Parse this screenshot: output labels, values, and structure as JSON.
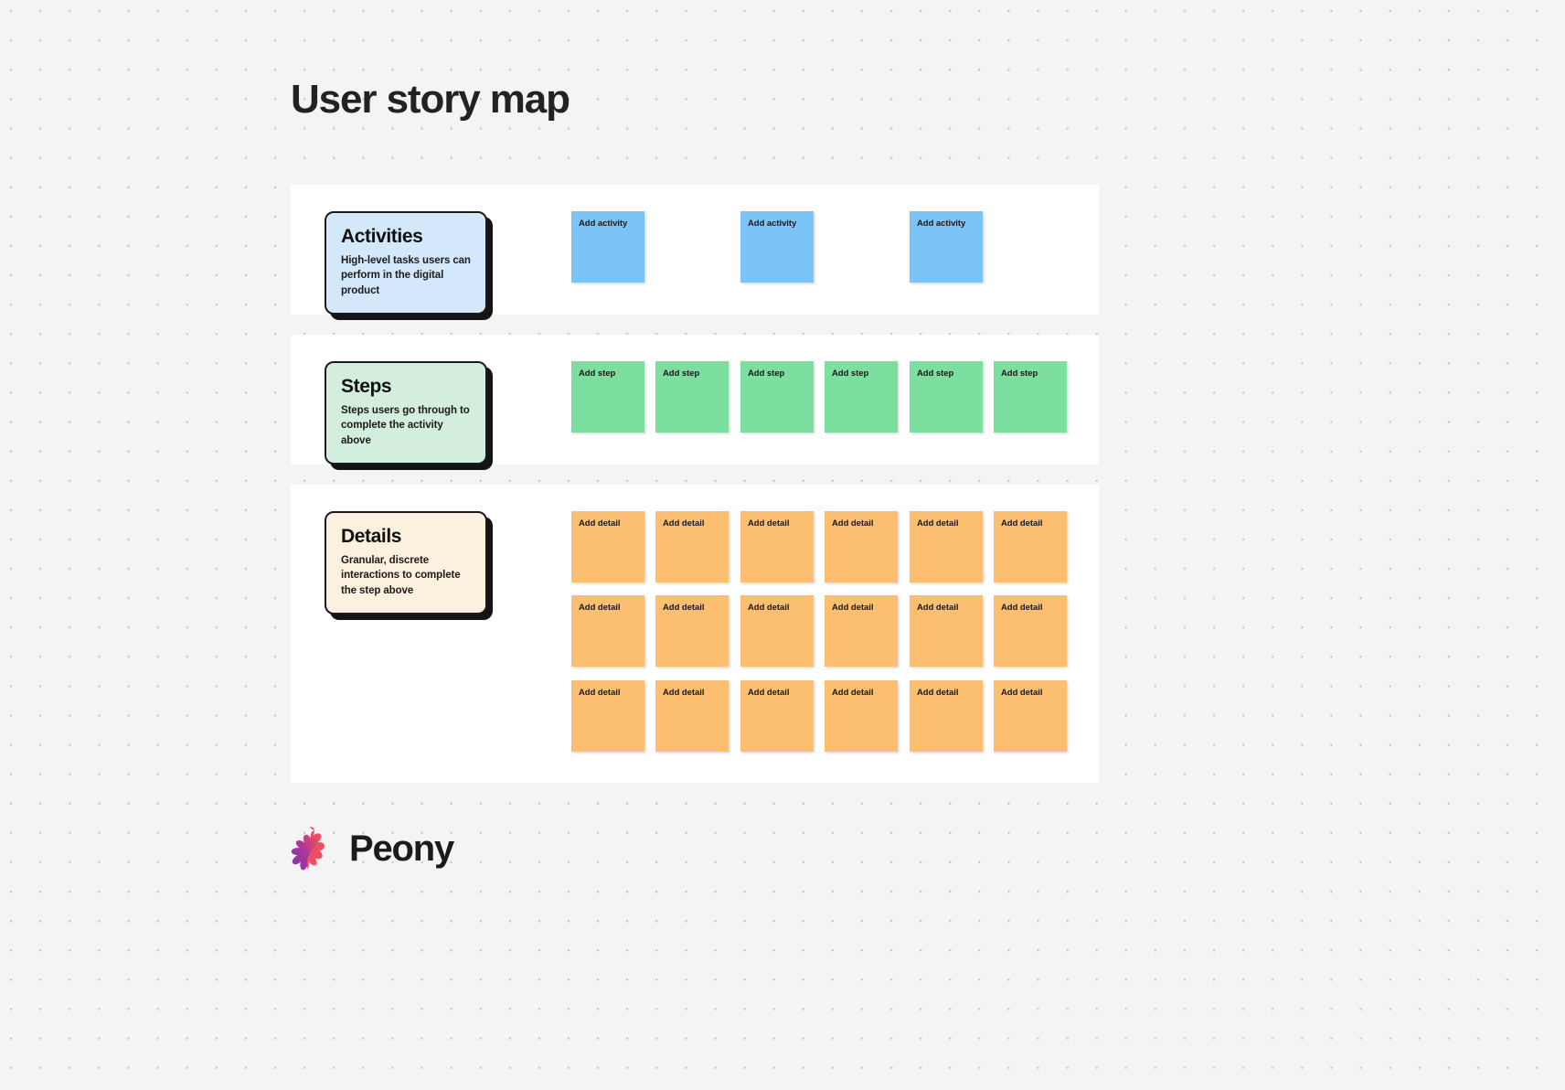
{
  "page": {
    "title": "User story map",
    "background_color": "#f4f4f4",
    "panel_color": "#ffffff"
  },
  "brand": {
    "name": "Peony",
    "logo_icon": "peony-flower-icon",
    "gradient_from": "#8b3fa8",
    "gradient_to": "#ef4f5f"
  },
  "lanes": [
    {
      "id": "activities",
      "label": {
        "title": "Activities",
        "description": "High-level tasks users can perform in the digital product",
        "card_color": "#d3e9fb"
      },
      "sticky_color": "#7cc4f8",
      "sticky_label": "Add activity",
      "rows": [
        [
          "Add activity",
          null,
          "Add activity",
          null,
          "Add activity",
          null
        ]
      ]
    },
    {
      "id": "steps",
      "label": {
        "title": "Steps",
        "description": "Steps users go through to complete the activity above",
        "card_color": "#d4eedd"
      },
      "sticky_color": "#7cdfa0",
      "sticky_label": "Add step",
      "rows": [
        [
          "Add step",
          "Add step",
          "Add step",
          "Add step",
          "Add step",
          "Add step"
        ]
      ]
    },
    {
      "id": "details",
      "label": {
        "title": "Details",
        "description": "Granular, discrete interactions to complete the step above",
        "card_color": "#fcf0df"
      },
      "sticky_color": "#fcbf72",
      "sticky_label": "Add detail",
      "rows": [
        [
          "Add detail",
          "Add detail",
          "Add detail",
          "Add detail",
          "Add detail",
          "Add detail"
        ],
        [
          "Add detail",
          "Add detail",
          "Add detail",
          "Add detail",
          "Add detail",
          "Add detail"
        ],
        [
          "Add detail",
          "Add detail",
          "Add detail",
          "Add detail",
          "Add detail",
          "Add detail"
        ]
      ]
    }
  ]
}
